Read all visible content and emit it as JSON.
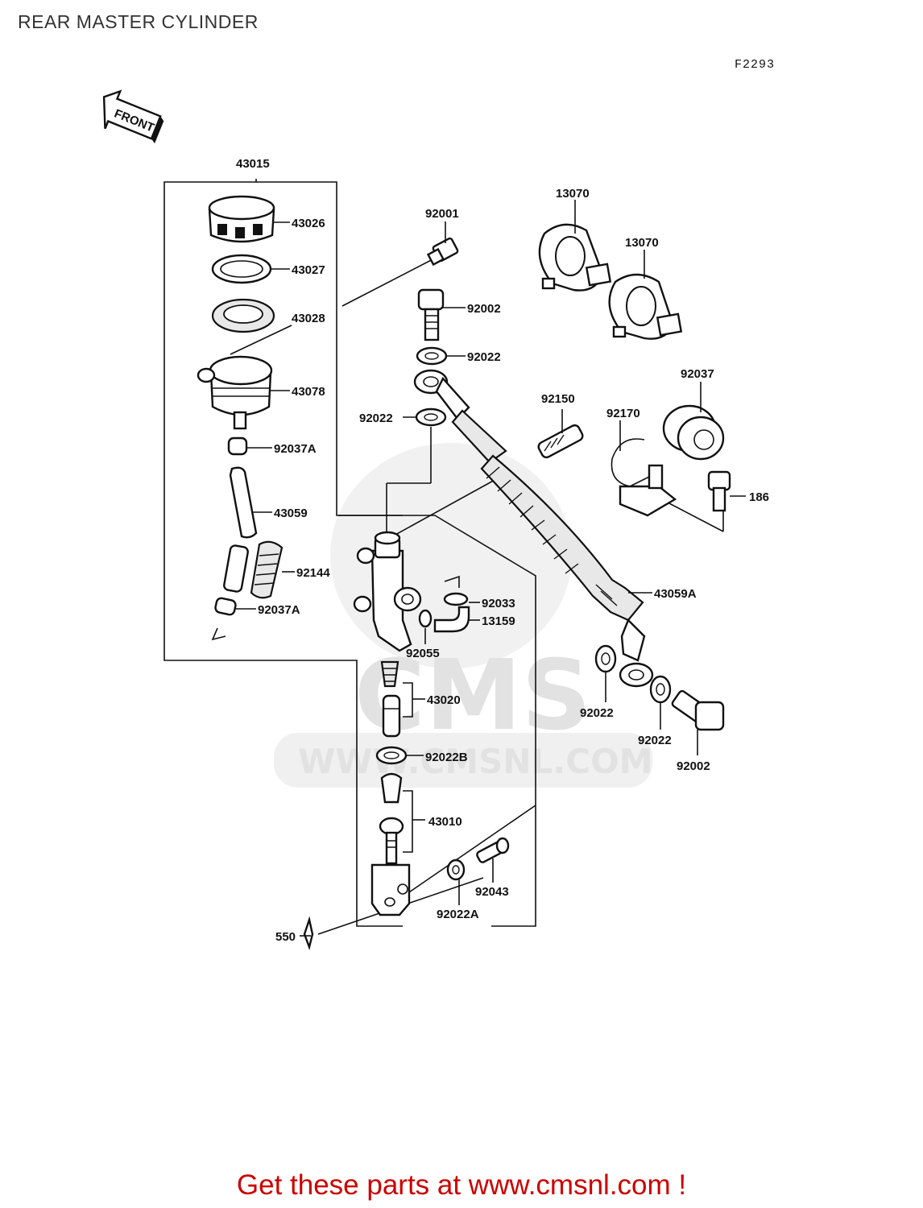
{
  "title": "REAR MASTER CYLINDER",
  "diagram_code": "F2293",
  "front_arrow_label": "FRONT",
  "watermark": {
    "logo_text": "CMS",
    "url_text": "WWW.CMSNL.COM"
  },
  "footer": {
    "link_text": "Get these parts at www.cmsnl.com !"
  },
  "colors": {
    "footer_text": "#cc0000",
    "line_art": "#111111",
    "watermark": "#e2e2e2"
  },
  "part_labels": {
    "p43015": "43015",
    "p43026": "43026",
    "p43027": "43027",
    "p43028": "43028",
    "p43078": "43078",
    "p92037A_top": "92037A",
    "p43059": "43059",
    "p92144": "92144",
    "p92037A_bottom": "92037A",
    "p92001": "92001",
    "p92002_top": "92002",
    "p92022_top": "92022",
    "p92022_left": "92022",
    "p13070_a": "13070",
    "p13070_b": "13070",
    "p92150": "92150",
    "p92170": "92170",
    "p92037": "92037",
    "p186": "186",
    "p43059A": "43059A",
    "p92033": "92033",
    "p13159": "13159",
    "p92055": "92055",
    "p43020": "43020",
    "p92022_mid": "92022",
    "p92022_right": "92022",
    "p92002_bottom": "92002",
    "p92022B": "92022B",
    "p43010": "43010",
    "p92043": "92043",
    "p92022A": "92022A",
    "p550": "550"
  }
}
